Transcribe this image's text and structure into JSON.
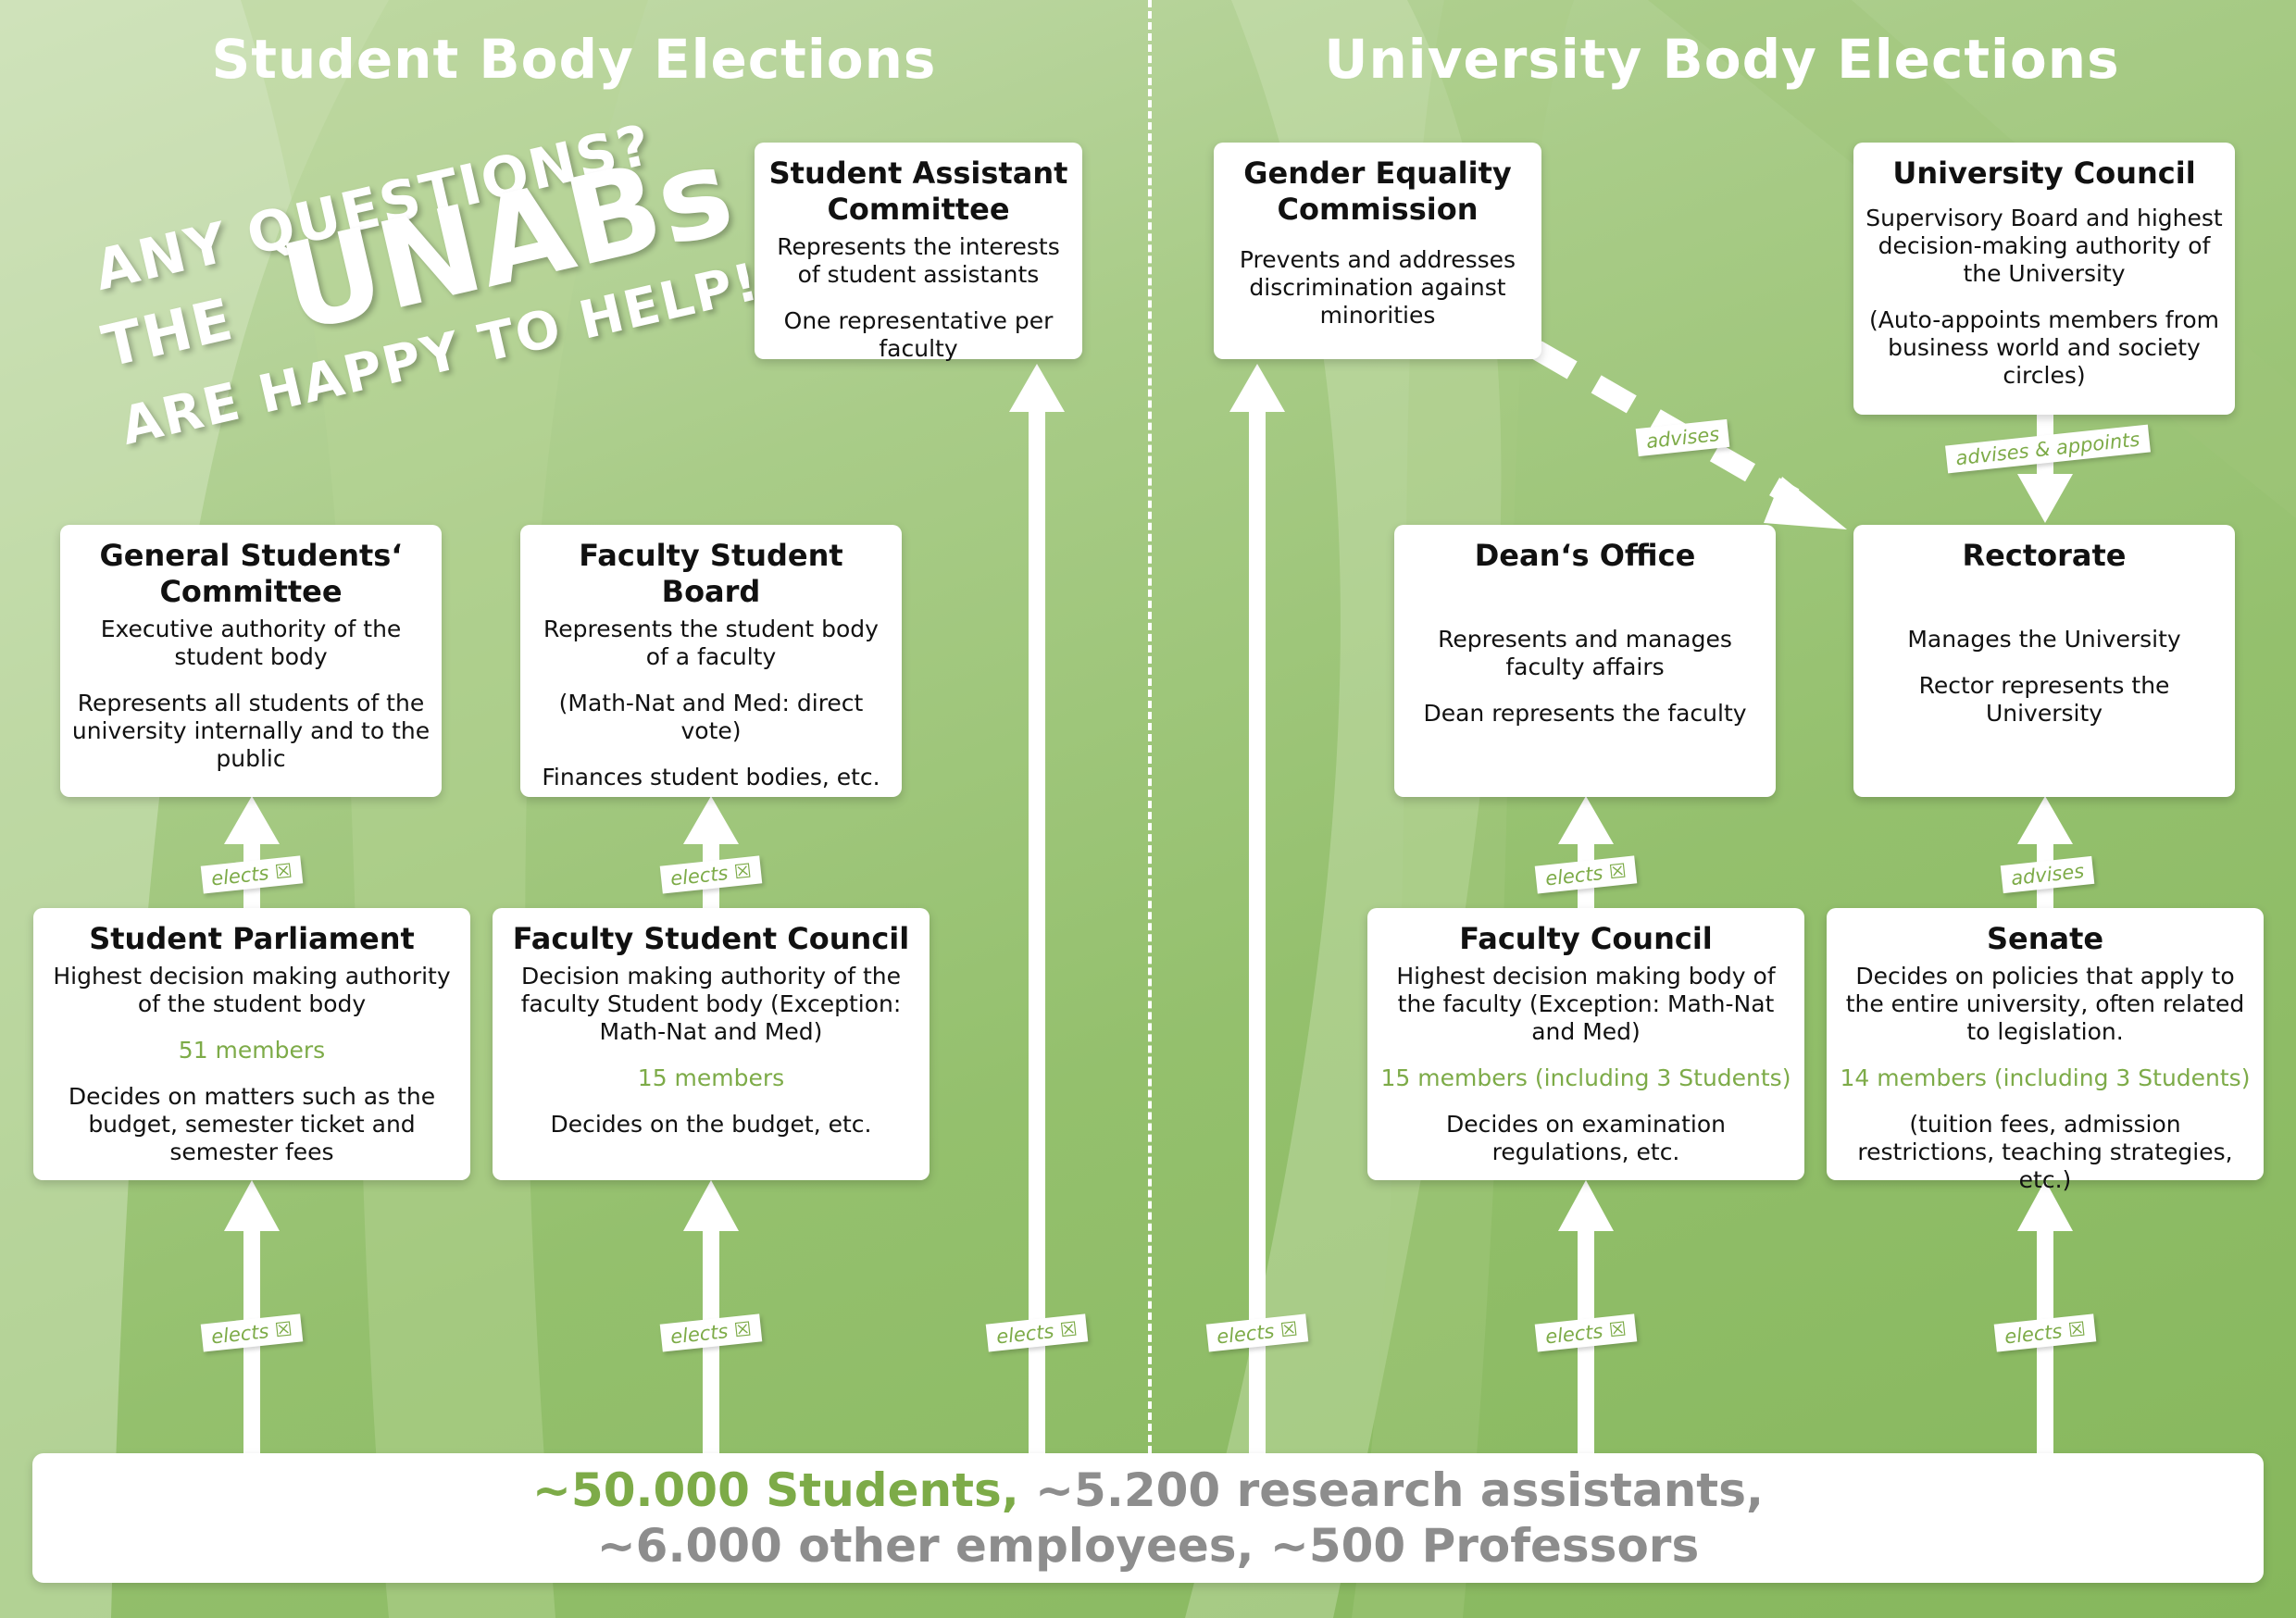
{
  "headings": {
    "left": "Student Body Elections",
    "right": "University Body Elections"
  },
  "promo": {
    "line1": "ANY QUESTIONS?",
    "line2a": "THE",
    "line2b": "UNABs",
    "line3": "ARE HAPPY TO HELP!"
  },
  "boxes": {
    "student_assistant": {
      "title": "Student Assistant Committee",
      "lines": [
        "Represents the interests of student assistants",
        "One representative per faculty"
      ]
    },
    "general_students": {
      "title": "General Students‘ Committee",
      "lines": [
        "Executive authority of the student body",
        "Represents all students of the university internally and to the public"
      ]
    },
    "faculty_student_board": {
      "title": "Faculty Student Board",
      "lines": [
        "Represents the student body of a faculty",
        "(Math-Nat and Med: direct vote)",
        "Finances student bodies, etc."
      ]
    },
    "student_parliament": {
      "title": "Student Parliament",
      "lines": [
        "Highest decision making authority of the student body",
        "51 members",
        "Decides on matters such as the budget, semester ticket and semester fees"
      ]
    },
    "faculty_student_council": {
      "title": "Faculty Student Council",
      "lines": [
        "Decision making authority of the faculty Student body (Exception: Math-Nat and Med)",
        "15 members",
        "Decides on the budget, etc."
      ]
    },
    "gender_equality": {
      "title": "Gender Equality Commission",
      "lines": [
        "Prevents and addresses discrimination against minorities"
      ]
    },
    "university_council": {
      "title": "University Council",
      "lines": [
        "Supervisory Board and highest decision-making authority of the University",
        "(Auto-appoints members from business world and society circles)"
      ]
    },
    "deans_office": {
      "title": "Dean‘s Office",
      "lines": [
        "Represents and manages faculty affairs",
        "Dean represents the faculty"
      ]
    },
    "rectorate": {
      "title": "Rectorate",
      "lines": [
        "Manages the University",
        "Rector represents the University"
      ]
    },
    "faculty_council": {
      "title": "Faculty Council",
      "lines": [
        "Highest decision making body of the faculty (Exception: Math-Nat and Med)",
        "15 members (including 3 Students)",
        "Decides on examination regulations, etc."
      ]
    },
    "senate": {
      "title": "Senate",
      "lines": [
        "Decides on policies that apply to the entire university, often related to legislation.",
        "14 members (including 3 Students)",
        "(tuition fees, admission restrictions, teaching strategies, etc.)"
      ]
    }
  },
  "labels": {
    "elects": "elects ☒",
    "advises": "advises",
    "advises_appoints": "advises & appoints"
  },
  "footer": {
    "students": "~50.000 Students,",
    "research": " ~5.200 research assistants,",
    "employees": "~6.000 other employees, ~500 Professors"
  },
  "colors": {
    "accent_green": "#7dab48",
    "background_green": "#8fbd66",
    "footer_grey": "#8d8d8d"
  }
}
